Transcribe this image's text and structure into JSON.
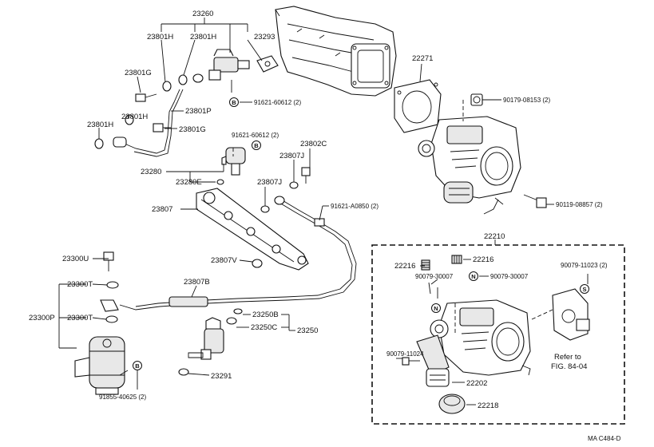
{
  "labels": {
    "p23260": "23260",
    "p23801H_a": "23801H",
    "p23801H_b": "23801H",
    "p23293": "23293",
    "p23801G_a": "23801G",
    "p23801P": "23801P",
    "p23801H_c": "23801H",
    "p23801H_d": "23801H",
    "p23801G_b": "23801G",
    "bolt_91621_60612_a": "91621-60612 (2)",
    "bolt_91621_60612_b": "91621-60612 (2)",
    "p23802C": "23802C",
    "p23807J_a": "23807J",
    "p23280": "23280",
    "p23280E": "23280E",
    "p23807J_b": "23807J",
    "p23807": "23807",
    "bolt_91621_A0850": "91621-A0850 (2)",
    "p22271": "22271",
    "bolt_90179_08153": "90179-08153 (2)",
    "bolt_90119_08857": "90119-08857 (2)",
    "p22210": "22210",
    "p23300U": "23300U",
    "p23807V": "23807V",
    "p23300T_a": "23300T",
    "p23807B": "23807B",
    "p23300P": "23300P",
    "p23300T_b": "23300T",
    "p23250B": "23250B",
    "p23250C": "23250C",
    "p23250": "23250",
    "p23291": "23291",
    "bolt_91855_40625": "91855-40625 (2)",
    "p22216_a": "22216",
    "p22216_b": "22216",
    "bolt_90079_30007_a": "90079-30007",
    "bolt_90079_30007_b": "90079-30007",
    "bolt_90079_11023": "90079-11023 (2)",
    "bolt_90079_11024": "90079-11024",
    "p22202": "22202",
    "p22218": "22218",
    "refer_line1": "Refer to",
    "refer_line2": "FIG. 84-04",
    "figure_code": "MA C484-D"
  },
  "markers": {
    "B": "B",
    "N": "N",
    "S": "S"
  }
}
